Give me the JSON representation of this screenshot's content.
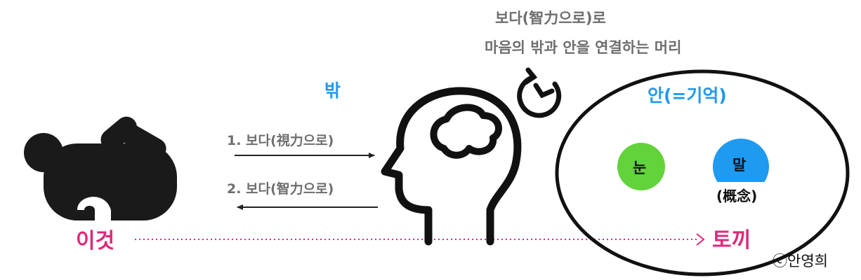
{
  "top_note": {
    "line1": "보다(智力으로)로",
    "line2": "마음의 밖과 안을 연결하는 머리"
  },
  "outside_label": "밖",
  "inside_label": "안(=기억)",
  "arrow1_label": "1. 보다(視力으로)",
  "arrow2_label": "2. 보다(智力으로)",
  "this_label": "이것",
  "rabbit_label": "토끼",
  "circle_eye": "눈",
  "circle_word": "말",
  "concept_label": "(概念)",
  "copyright": "ⓒ안영희",
  "colors": {
    "blue_label": "#1e9af0",
    "pink": "#e0287a",
    "gray_text": "#6e6e6e",
    "green_circle": "#62d33a",
    "blue_circle": "#1e9af0",
    "dark": "#222222"
  },
  "icons": {
    "rabbit": "rabbit-silhouette-icon",
    "head": "head-brain-icon",
    "cycle": "clockwise-cycle-icon"
  }
}
